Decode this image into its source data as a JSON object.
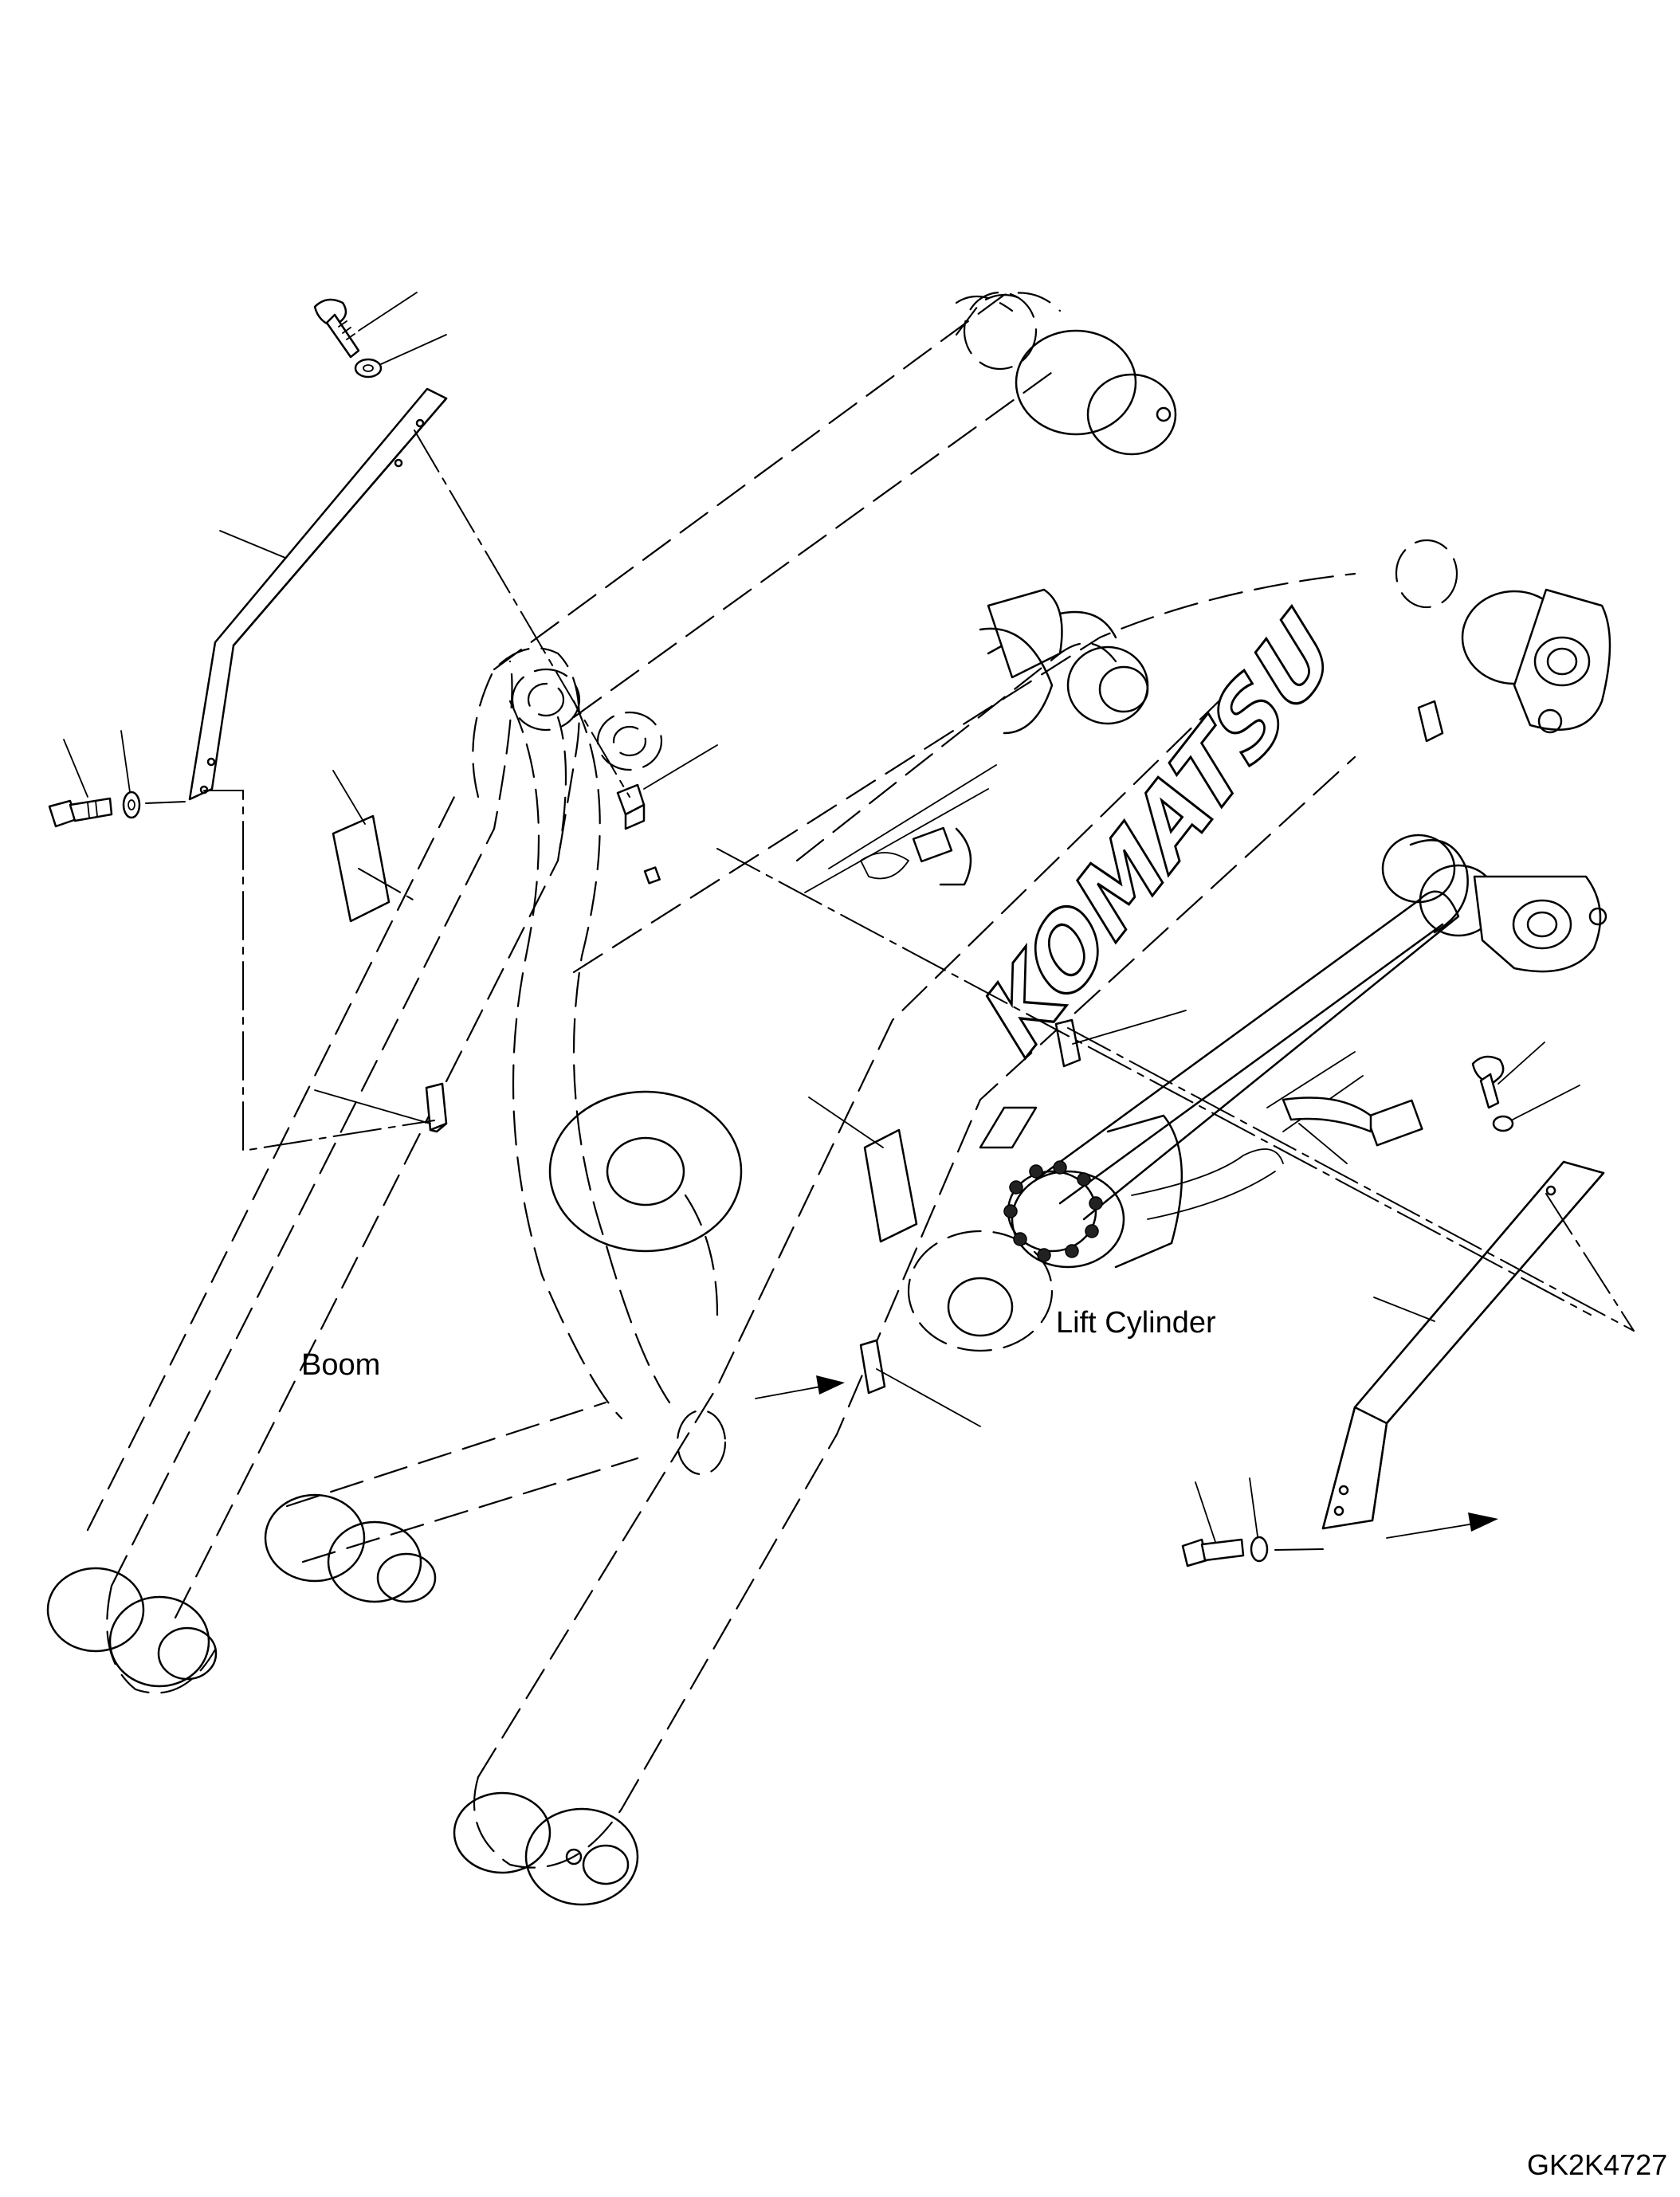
{
  "labels": {
    "boom": "Boom",
    "lift_cylinder": "Lift Cylinder"
  },
  "logo_text": "KOMATSU",
  "drawing_code": "GK2K4727"
}
